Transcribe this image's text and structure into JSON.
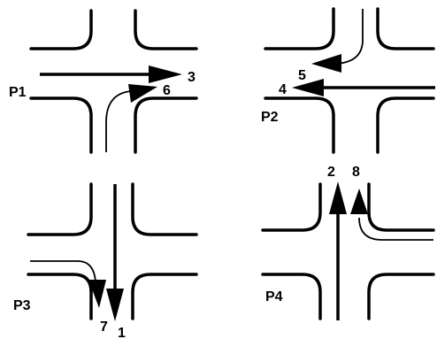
{
  "panels": [
    {
      "id": "P1",
      "label": "P1",
      "movements": [
        {
          "id": "3",
          "label": "3"
        },
        {
          "id": "6",
          "label": "6"
        }
      ]
    },
    {
      "id": "P2",
      "label": "P2",
      "movements": [
        {
          "id": "4",
          "label": "4"
        },
        {
          "id": "5",
          "label": "5"
        }
      ]
    },
    {
      "id": "P3",
      "label": "P3",
      "movements": [
        {
          "id": "1",
          "label": "1"
        },
        {
          "id": "7",
          "label": "7"
        }
      ]
    },
    {
      "id": "P4",
      "label": "P4",
      "movements": [
        {
          "id": "2",
          "label": "2"
        },
        {
          "id": "8",
          "label": "8"
        }
      ]
    }
  ]
}
